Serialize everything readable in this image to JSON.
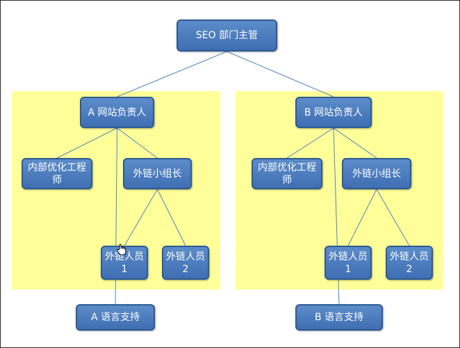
{
  "diagram": {
    "nodes": {
      "root": "SEO 部门主管",
      "a_lead": "A 网站负责人",
      "a_internal": "内部优化工程师",
      "a_linkgroup": "外链小组长",
      "a_link1": "外链人员1",
      "a_link2": "外链人员2",
      "a_lang": "A 语言支持",
      "b_lead": "B 网站负责人",
      "b_internal": "内部优化工程师",
      "b_linkgroup": "外链小组长",
      "b_link1": "外链人员1",
      "b_link2": "外链人员2",
      "b_lang": "B 语言支持"
    },
    "edges": [
      [
        "root",
        "a_lead"
      ],
      [
        "root",
        "b_lead"
      ],
      [
        "a_lead",
        "a_internal"
      ],
      [
        "a_lead",
        "a_linkgroup"
      ],
      [
        "a_linkgroup",
        "a_link1"
      ],
      [
        "a_linkgroup",
        "a_link2"
      ],
      [
        "a_lead",
        "a_lang"
      ],
      [
        "b_lead",
        "b_internal"
      ],
      [
        "b_lead",
        "b_linkgroup"
      ],
      [
        "b_linkgroup",
        "b_link1"
      ],
      [
        "b_linkgroup",
        "b_link2"
      ],
      [
        "b_lead",
        "b_lang"
      ]
    ],
    "colors": {
      "node_fill": "#4a7bbd",
      "node_border": "#2f5a93",
      "panel_fill": "#ffff99",
      "line": "#4f81bd"
    }
  }
}
